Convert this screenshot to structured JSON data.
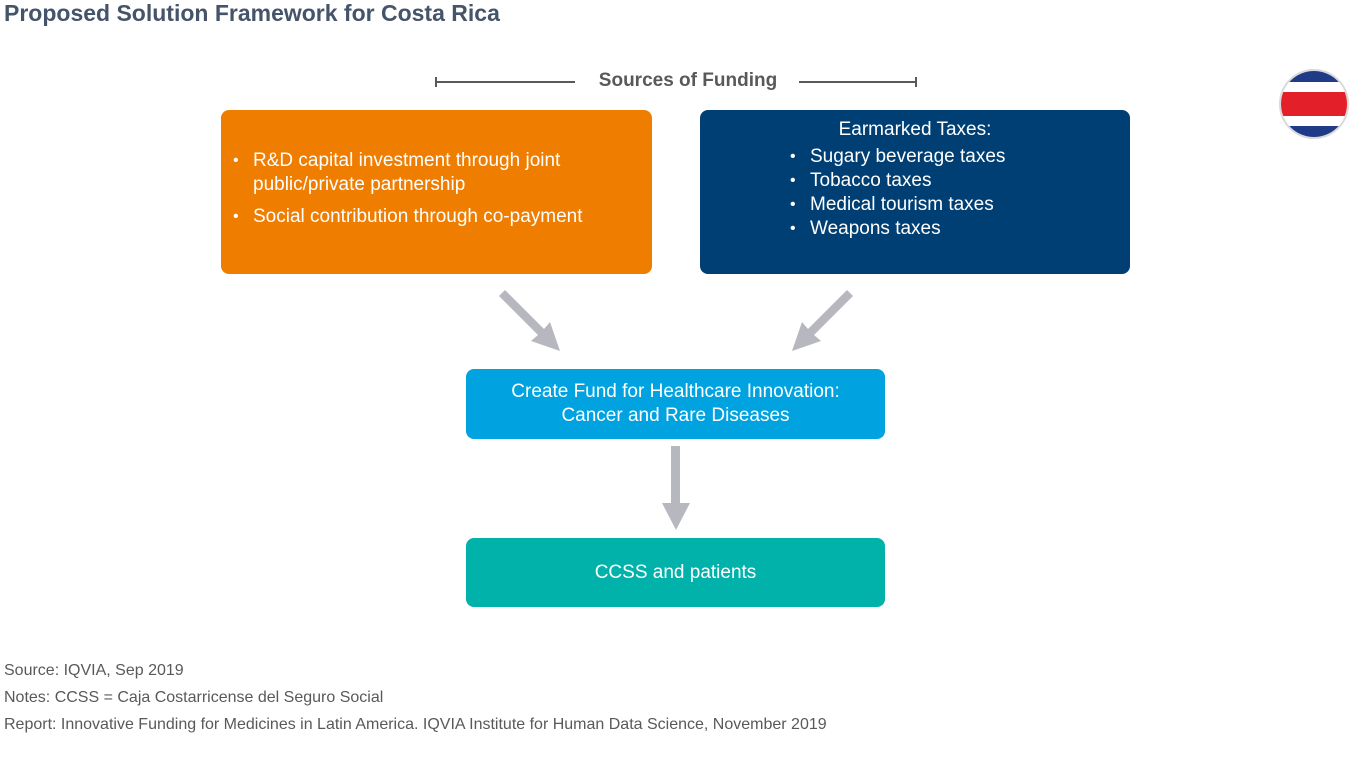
{
  "title": "Proposed Solution Framework for Costa Rica",
  "flag": {
    "name": "costa-rica-flag-icon",
    "colors": [
      "#1f3b87",
      "#ffffff",
      "#e3202a"
    ]
  },
  "sources_label": "Sources of Funding",
  "boxes": {
    "left": {
      "color": "#ef7d00",
      "items": [
        "R&D capital investment through joint public/private partnership",
        "Social contribution through co-payment"
      ]
    },
    "right": {
      "color": "#003f74",
      "heading": "Earmarked Taxes:",
      "items": [
        "Sugary beverage taxes",
        "Tobacco taxes",
        "Medical tourism taxes",
        "Weapons taxes"
      ]
    },
    "fund": {
      "color": "#00a3e0",
      "line1": "Create Fund for Healthcare Innovation:",
      "line2": "Cancer and Rare Diseases"
    },
    "outcome": {
      "color": "#00b2a9",
      "label": "CCSS and patients"
    }
  },
  "bullet_glyph": "•",
  "arrow_color": "#b7b7bf",
  "footer": {
    "source": "Source: IQVIA, Sep 2019",
    "notes": "Notes: CCSS = Caja Costarricense del Seguro Social",
    "report": "Report: Innovative Funding for Medicines in Latin America. IQVIA Institute for Human Data Science, November 2019"
  }
}
